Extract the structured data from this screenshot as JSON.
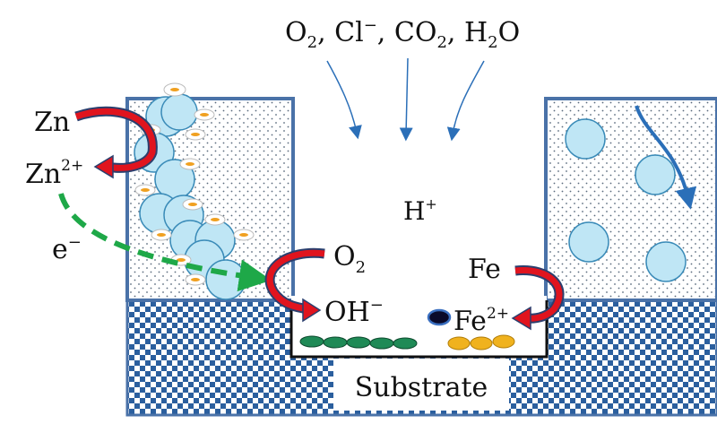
{
  "diagram": {
    "reactants": {
      "o2": "O",
      "o2_sub": "2",
      "sep1": ", ",
      "cl": "Cl",
      "cl_sup": "−",
      "sep2": ", ",
      "co2": "CO",
      "co2_sub": "2",
      "sep3": ", ",
      "h": "H",
      "h_sub": "2",
      "o": "O"
    },
    "zn": "Zn",
    "zn_ion": "Zn",
    "zn_ion_sup": "2+",
    "electron": "e",
    "electron_sup": "−",
    "h_plus": "H",
    "h_plus_sup": "+",
    "o2_label": "O",
    "o2_label_sub": "2",
    "oh_label": "OH",
    "oh_label_sup": "−",
    "fe": "Fe",
    "fe_ion": "Fe",
    "fe_ion_sup": "2+",
    "substrate": "Substrate",
    "colors": {
      "coating_border": "#4a72a8",
      "checker": "#2b5f9e",
      "particle_fill": "#bfe6f5",
      "particle_stroke": "#3a8bb8",
      "red_arrow": "#e0141e",
      "green_arrow": "#1ea848",
      "blue_arrow": "#2b6fb8",
      "green_deposit": "#1f8a56",
      "yellow_deposit": "#f0b21e"
    }
  }
}
